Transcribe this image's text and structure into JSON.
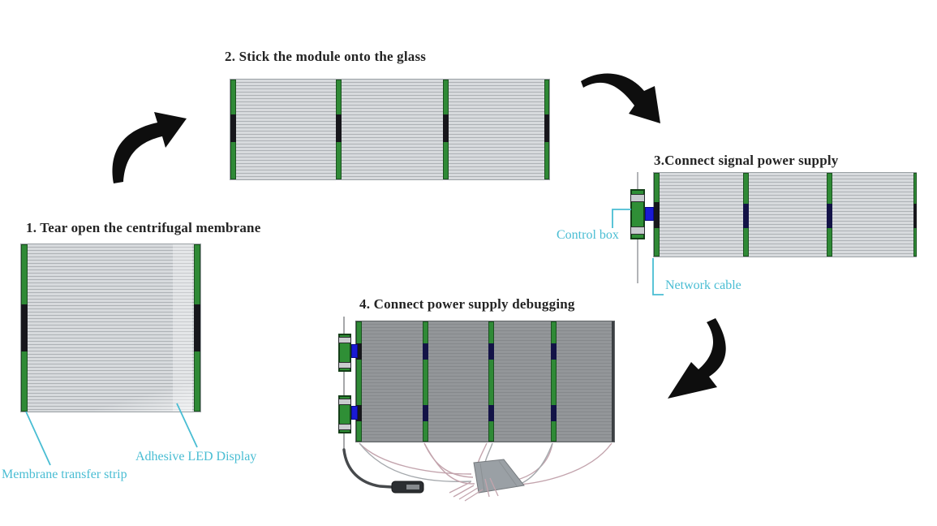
{
  "diagram": {
    "background": "#ffffff",
    "steps": [
      {
        "id": 1,
        "title": "1. Tear open the centrifugal membrane"
      },
      {
        "id": 2,
        "title": "2. Stick the module onto the glass"
      },
      {
        "id": 3,
        "title": "3.Connect signal power supply"
      },
      {
        "id": 4,
        "title": "4. Connect power supply debugging"
      }
    ],
    "annotations": {
      "membrane_strip": "Membrane transfer strip",
      "adhesive_display": "Adhesive LED Display",
      "control_box": "Control box",
      "network_cable": "Network cable"
    },
    "icons": [
      "curved-arrow",
      "curved-arrow",
      "curved-arrow"
    ],
    "colors": {
      "stripe_light": "#d7dadd",
      "stripe_shadow": "#adb1b5",
      "panel_dark": "#939699",
      "module_edge_green": "#2f8a36",
      "segment_black": "#17171c",
      "segment_navy": "#131347",
      "connector_blue": "#1a1ad4",
      "annotation_cyan": "#49bdd3",
      "arrow_black": "#0e0e0e",
      "cable_pink": "#c3a4ad",
      "cable_gray": "#a4a8ac"
    }
  }
}
